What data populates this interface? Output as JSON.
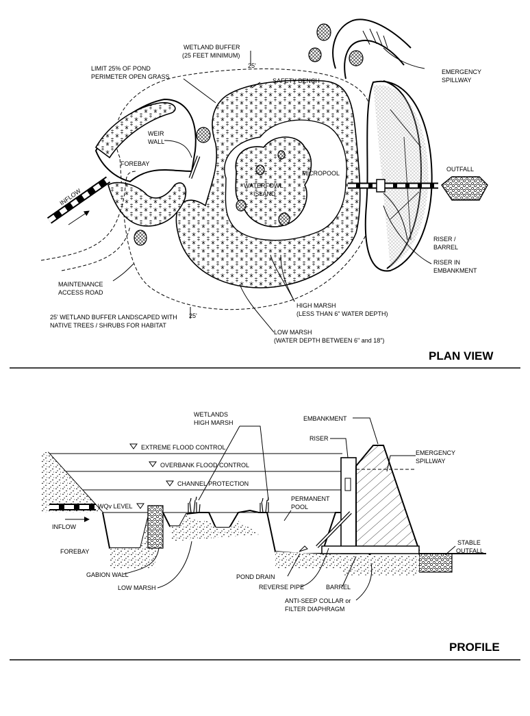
{
  "plan": {
    "title": "PLAN VIEW",
    "wetland_buffer": [
      "WETLAND BUFFER",
      "(25 FEET MINIMUM)"
    ],
    "buffer_dim": "25'",
    "limit_grass": [
      "LIMIT 25% OF POND",
      "PERIMETER OPEN GRASS"
    ],
    "safety_bench": "SAFETY BENCH",
    "emergency_spillway": [
      "EMERGENCY",
      "SPILLWAY"
    ],
    "weir_wall": [
      "WEIR",
      "WALL"
    ],
    "forebay": "FOREBAY",
    "micropool": "MICROPOOL",
    "island": [
      "WATERFOWL",
      "ISLAND"
    ],
    "outfall": "OUTFALL",
    "inflow": "INFLOW",
    "riser_barrel": [
      "RISER /",
      "BARREL"
    ],
    "riser_embankment": [
      "RISER IN",
      "EMBANKMENT"
    ],
    "maintenance": [
      "MAINTENANCE",
      "ACCESS ROAD"
    ],
    "high_marsh": [
      "HIGH MARSH",
      "(LESS THAN 6\" WATER DEPTH)"
    ],
    "buffer_landscaped": [
      "25' WETLAND BUFFER LANDSCAPED WITH",
      "NATIVE TREES / SHRUBS FOR HABITAT"
    ],
    "buffer_dim2": "25'",
    "low_marsh": [
      "LOW MARSH",
      "(WATER DEPTH BETWEEN 6\" and 18\")"
    ]
  },
  "profile": {
    "title": "PROFILE",
    "wetlands": [
      "WETLANDS",
      "HIGH MARSH"
    ],
    "embankment": "EMBANKMENT",
    "riser": "RISER",
    "emergency_spillway": [
      "EMERGENCY",
      "SPILLWAY"
    ],
    "extreme_flood": "EXTREME FLOOD CONTROL",
    "overbank_flood": "OVERBANK FLOOD CONTROL",
    "channel_protection": "CHANNEL PROTECTION",
    "wqv_level": "WQv LEVEL",
    "permanent_pool": [
      "PERMANENT",
      "POOL"
    ],
    "inflow": "INFLOW",
    "forebay": "FOREBAY",
    "gabion_wall": "GABION WALL",
    "low_marsh": "LOW MARSH",
    "pond_drain": "POND DRAIN",
    "reverse_pipe": "REVERSE PIPE",
    "barrel": "BARREL",
    "anti_seep": [
      "ANTI-SEEP COLLAR or",
      "FILTER DIAPHRAGM"
    ],
    "stable_outfall": [
      "STABLE",
      "OUTFALL"
    ]
  }
}
